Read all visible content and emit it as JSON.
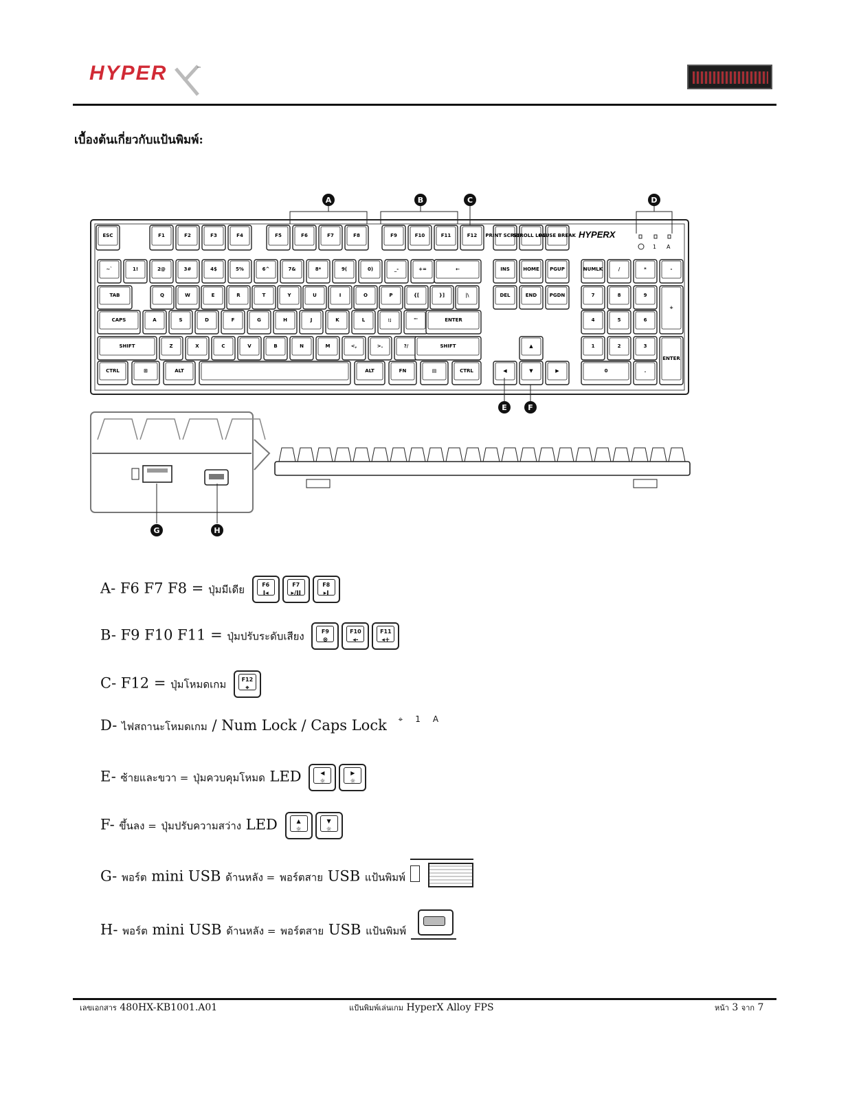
{
  "header": {
    "logo_text": "HYPERX",
    "logo_tm": "™"
  },
  "section_title": "เบื้องต้นเกี่ยวกับแป้นพิมพ์:",
  "diagram": {
    "callouts": [
      "A",
      "B",
      "C",
      "D",
      "E",
      "F",
      "G",
      "H"
    ],
    "row_fn": [
      "ESC",
      "F1",
      "F2",
      "F3",
      "F4",
      "F5",
      "F6",
      "F7",
      "F8",
      "F9",
      "F10",
      "F11",
      "F12",
      "PRINT SCREEN",
      "SCROLL LOCK",
      "PAUSE BREAK"
    ],
    "row_num": [
      "~`",
      "1!",
      "2@",
      "3#",
      "4$",
      "5%",
      "6^",
      "7&",
      "8*",
      "9(",
      "0)",
      "_-",
      "+=",
      "←"
    ],
    "row_q": [
      "TAB",
      "Q",
      "W",
      "E",
      "R",
      "T",
      "Y",
      "U",
      "I",
      "O",
      "P",
      "{[",
      "}]",
      "|\\"
    ],
    "row_a": [
      "CAPS",
      "A",
      "S",
      "D",
      "F",
      "G",
      "H",
      "J",
      "K",
      "L",
      ":;",
      "\"'",
      "ENTER"
    ],
    "row_z": [
      "SHIFT",
      "Z",
      "X",
      "C",
      "V",
      "B",
      "N",
      "M",
      "<,",
      ">.",
      "?/",
      "SHIFT"
    ],
    "row_ctrl": [
      "CTRL",
      "⊞",
      "ALT",
      "ALT",
      "FN",
      "▤",
      "CTRL"
    ],
    "nav": [
      "INS",
      "HOME",
      "PGUP",
      "DEL",
      "END",
      "PGDN"
    ],
    "numpad": [
      "NUMLK",
      "/",
      "*",
      "-",
      "7",
      "8",
      "9",
      "+",
      "4",
      "5",
      "6",
      "1",
      "2",
      "3",
      "ENTER",
      "0",
      "."
    ],
    "indicators": [
      "1",
      "A"
    ]
  },
  "legend": [
    {
      "letter": "A-",
      "text_keys": "F6 F7 F8 =",
      "text_th": "ปุ่มมีเดีย",
      "keys": [
        {
          "top": "F6",
          "bot": "I◂"
        },
        {
          "top": "F7",
          "bot": "▸/II"
        },
        {
          "top": "F8",
          "bot": "▸I"
        }
      ]
    },
    {
      "letter": "B-",
      "text_keys": "F9 F10 F11 =",
      "text_th": "ปุ่มปรับระดับเสียง",
      "keys": [
        {
          "top": "F9",
          "bot": "⊗"
        },
        {
          "top": "F10",
          "bot": "◂-"
        },
        {
          "top": "F11",
          "bot": "◂+"
        }
      ]
    },
    {
      "letter": "C-",
      "text_keys": "F12 =",
      "text_th": "ปุ่มโหมดเกม",
      "keys": [
        {
          "top": "F12",
          "bot": "⌖"
        }
      ]
    },
    {
      "letter": "D-",
      "text_th": "ไฟสถานะโหมดเกม",
      "text_keys": "/ Num Lock / Caps Lock",
      "indicators": [
        "1",
        "A"
      ]
    },
    {
      "letter": "E-",
      "text_th": "ซ้ายและขวา =",
      "text_th2": "ปุ่มควบคุมโหมด",
      "text_keys": "LED",
      "keys": [
        {
          "top": "◀",
          "bot": "☼"
        },
        {
          "top": "▶",
          "bot": "☼"
        }
      ]
    },
    {
      "letter": "F-",
      "text_th": "ขึ้นลง =",
      "text_th2": "ปุ่มปรับความสว่าง",
      "text_keys": "LED",
      "keys": [
        {
          "top": "▲",
          "bot": "☼"
        },
        {
          "top": "▼",
          "bot": "☼"
        }
      ]
    },
    {
      "letter": "G-",
      "text_th": "พอร์ต",
      "text_keys": "mini USB",
      "text_th2": "ด้านหลัง =",
      "text_th3": "พอร์ตสาย",
      "text_keys2": "USB",
      "text_th4": "แป้นพิมพ์"
    },
    {
      "letter": "H-",
      "text_th": "พอร์ต",
      "text_keys": "mini USB",
      "text_th2": "ด้านหลัง =",
      "text_th3": "พอร์ตสาย",
      "text_keys2": "USB",
      "text_th4": "แป้นพิมพ์"
    }
  ],
  "footer": {
    "left_th": "เลขเอกสาร",
    "left": "480HX-KB1001.A01",
    "center_th": "แป้นพิมพ์เล่นเกม",
    "center": "HyperX Alloy FPS",
    "right_th": "หน้า",
    "right_page": "3",
    "right_th2": "จาก",
    "right_total": "7"
  }
}
